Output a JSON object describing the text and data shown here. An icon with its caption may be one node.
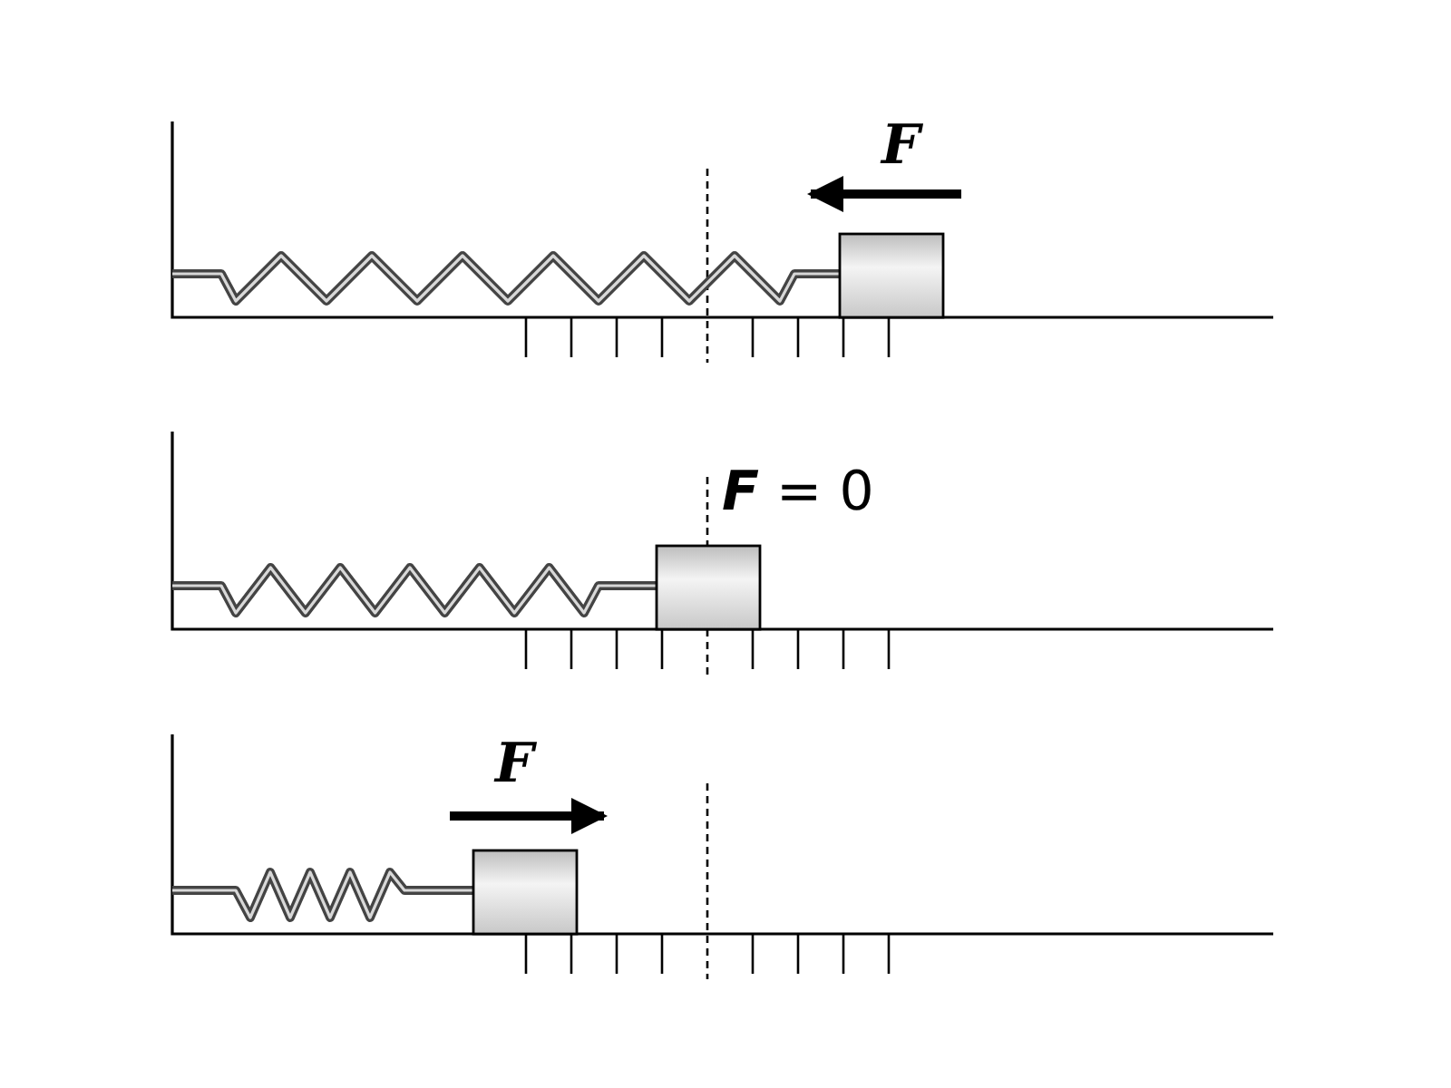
{
  "diagram": {
    "labels": [
      "F",
      "*F* = 0",
      "F"
    ]
  }
}
